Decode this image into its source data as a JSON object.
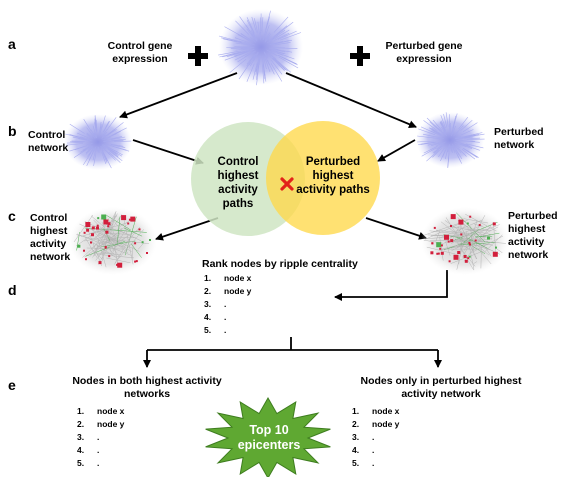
{
  "panels": {
    "a": "a",
    "b": "b",
    "c": "c",
    "d": "d",
    "e": "e"
  },
  "row_a": {
    "left_label": "Control gene expression",
    "right_label": "Perturbed gene expression"
  },
  "row_b": {
    "left_label": "Control network",
    "right_label": "Perturbed network"
  },
  "venn": {
    "left_text": "Control highest activity paths",
    "right_text": "Perturbed highest activity paths",
    "left_color": "#cfe5c3",
    "right_color": "#ffd84a",
    "marker_color": "#e2231a"
  },
  "row_c": {
    "left_label": "Control highest activity network",
    "right_label": "Perturbed highest activity network"
  },
  "rank": {
    "title": "Rank nodes by ripple centrality",
    "items": [
      {
        "num": "1.",
        "text": "node x"
      },
      {
        "num": "2.",
        "text": "node y"
      },
      {
        "num": "3.",
        "text": "."
      },
      {
        "num": "4.",
        "text": "."
      },
      {
        "num": "5.",
        "text": "."
      }
    ]
  },
  "both": {
    "title": "Nodes in both highest activity networks",
    "items": [
      {
        "num": "1.",
        "text": "node x"
      },
      {
        "num": "2.",
        "text": "node y"
      },
      {
        "num": "3.",
        "text": "."
      },
      {
        "num": "4.",
        "text": "."
      },
      {
        "num": "5.",
        "text": "."
      }
    ]
  },
  "only": {
    "title": "Nodes only in perturbed highest activity network",
    "items": [
      {
        "num": "1.",
        "text": "node x"
      },
      {
        "num": "2.",
        "text": "node y"
      },
      {
        "num": "3.",
        "text": "."
      },
      {
        "num": "4.",
        "text": "."
      },
      {
        "num": "5.",
        "text": "."
      }
    ]
  },
  "star": {
    "text": "Top 10 epicenters",
    "fill": "#5fa832"
  },
  "colors": {
    "network_blue": "#b9bcf0",
    "hub_red": "#d21f3c",
    "edge_green": "#4caf50"
  }
}
